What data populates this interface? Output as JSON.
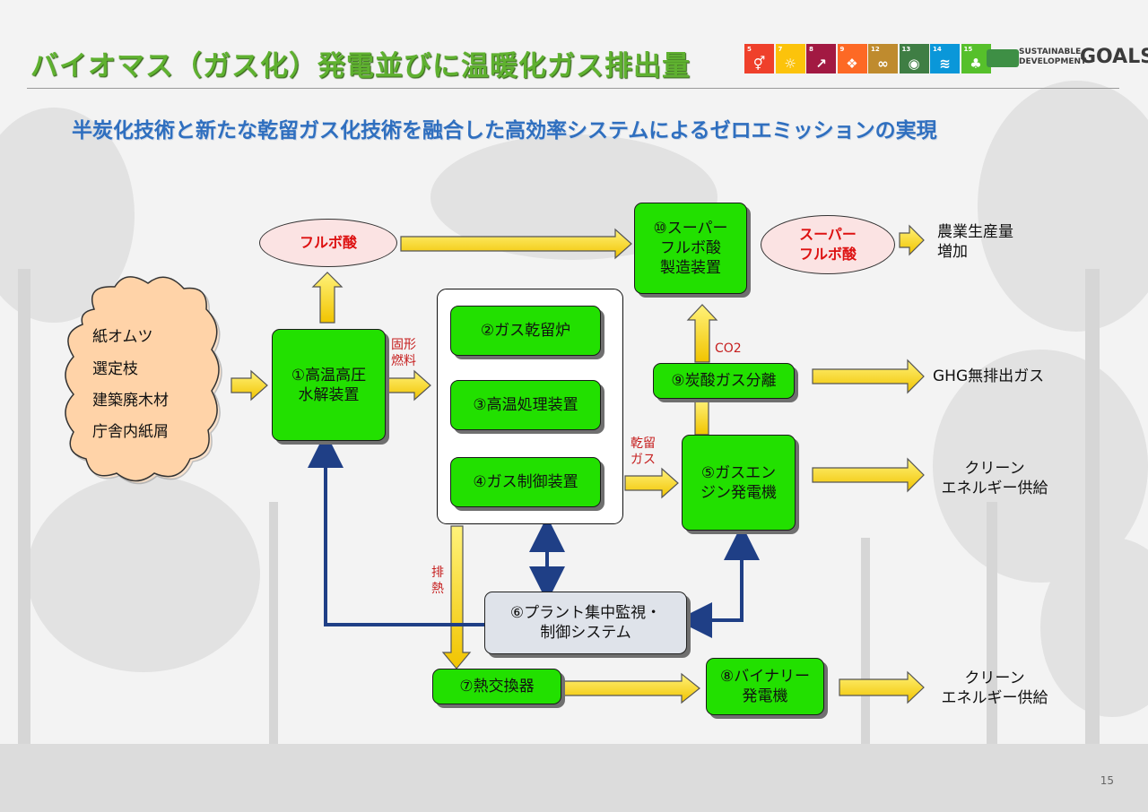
{
  "title": "バイオマス（ガス化）発電並びに温暖化ガス排出量",
  "subtitle": "半炭化技術と新たな乾留ガス化技術を融合した高効率システムによるゼロエミッションの実現",
  "sdg_icons": [
    {
      "num": "5",
      "color": "#ef402b",
      "icon": "gender-equality-icon"
    },
    {
      "num": "7",
      "color": "#fcc30b",
      "icon": "sun-icon"
    },
    {
      "num": "8",
      "color": "#a21942",
      "icon": "growth-chart-icon"
    },
    {
      "num": "9",
      "color": "#fd6925",
      "icon": "cubes-icon"
    },
    {
      "num": "12",
      "color": "#bf8b2e",
      "icon": "infinity-icon"
    },
    {
      "num": "13",
      "color": "#3f7e44",
      "icon": "eye-globe-icon"
    },
    {
      "num": "14",
      "color": "#0a97d9",
      "icon": "fish-icon"
    },
    {
      "num": "15",
      "color": "#56c02b",
      "icon": "tree-icon"
    }
  ],
  "sdg_logo": {
    "line1": "SUSTAINABLE",
    "line2": "DEVELOPMENT",
    "goals": "GOALS"
  },
  "inputs": [
    "紙オムツ",
    "選定枝",
    "建築廃木材",
    "庁舎内紙屑"
  ],
  "boxes": {
    "b1": "①高温高圧\n水解装置",
    "b2": "②ガス乾留炉",
    "b3": "③高温処理装置",
    "b4": "④ガス制御装置",
    "b5": "⑤ガスエン\nジン発電機",
    "b6": "⑥プラント集中監視・\n制御システム",
    "b7": "⑦熱交換器",
    "b8": "⑧バイナリー\n発電機",
    "b9": "⑨炭酸ガス分離",
    "b10": "⑩スーパー\nフルボ酸\n製造装置"
  },
  "ellipses": {
    "fulvic": "フルボ酸",
    "super_fulvic": "スーパー\nフルボ酸"
  },
  "labels": {
    "solid_fuel": "固形\n燃料",
    "dry_gas": "乾留\nガス",
    "exhaust_heat": "排\n熱",
    "co2": "CO2"
  },
  "outputs": {
    "agri": "農業生産量\n増加",
    "ghg": "GHG無排出ガス",
    "clean1": "クリーン\nエネルギー供給",
    "clean2": "クリーン\nエネルギー供給"
  },
  "page_number": "15",
  "colors": {
    "box_green": "#22e000",
    "arrow_yellow": "#f8d000",
    "arrow_blue": "#1f3f86",
    "title_green": "#5fb130",
    "subtitle_blue": "#2f6fbf"
  }
}
